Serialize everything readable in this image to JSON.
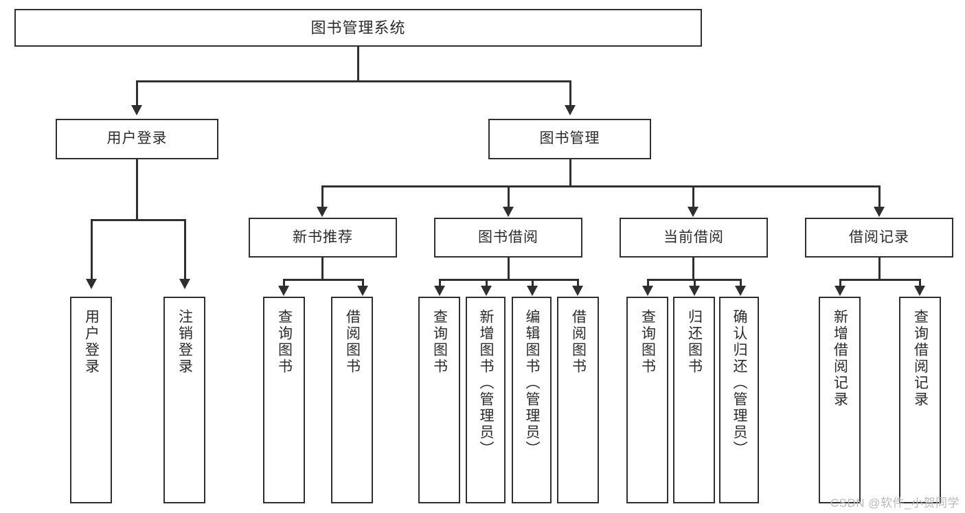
{
  "diagram": {
    "type": "tree",
    "title": "图书管理系统",
    "watermark": "CSDN @软件_小贺同学",
    "colors": {
      "stroke": "#2f2f2f",
      "fill": "#ffffff",
      "text": "#2b2b2b",
      "watermark": "#b9b9b9"
    },
    "levels": {
      "root": {
        "label": "图书管理系统"
      },
      "level2": [
        {
          "label": "用户登录"
        },
        {
          "label": "图书管理"
        }
      ],
      "level3": [
        {
          "label": "新书推荐"
        },
        {
          "label": "图书借阅"
        },
        {
          "label": "当前借阅"
        },
        {
          "label": "借阅记录"
        }
      ],
      "leaves": {
        "user_login": [
          {
            "label": "用户登录"
          },
          {
            "label": "注销登录"
          }
        ],
        "new_book_recommend": [
          {
            "label": "查询图书"
          },
          {
            "label": "借阅图书"
          }
        ],
        "book_borrow": [
          {
            "label": "查询图书"
          },
          {
            "label": "新增图书（管理员）"
          },
          {
            "label": "编辑图书（管理员）"
          },
          {
            "label": "借阅图书"
          }
        ],
        "current_borrow": [
          {
            "label": "查询图书"
          },
          {
            "label": "归还图书"
          },
          {
            "label": "确认归还（管理员）"
          }
        ],
        "borrow_record": [
          {
            "label": "新增借阅记录"
          },
          {
            "label": "查询借阅记录"
          }
        ]
      }
    }
  }
}
